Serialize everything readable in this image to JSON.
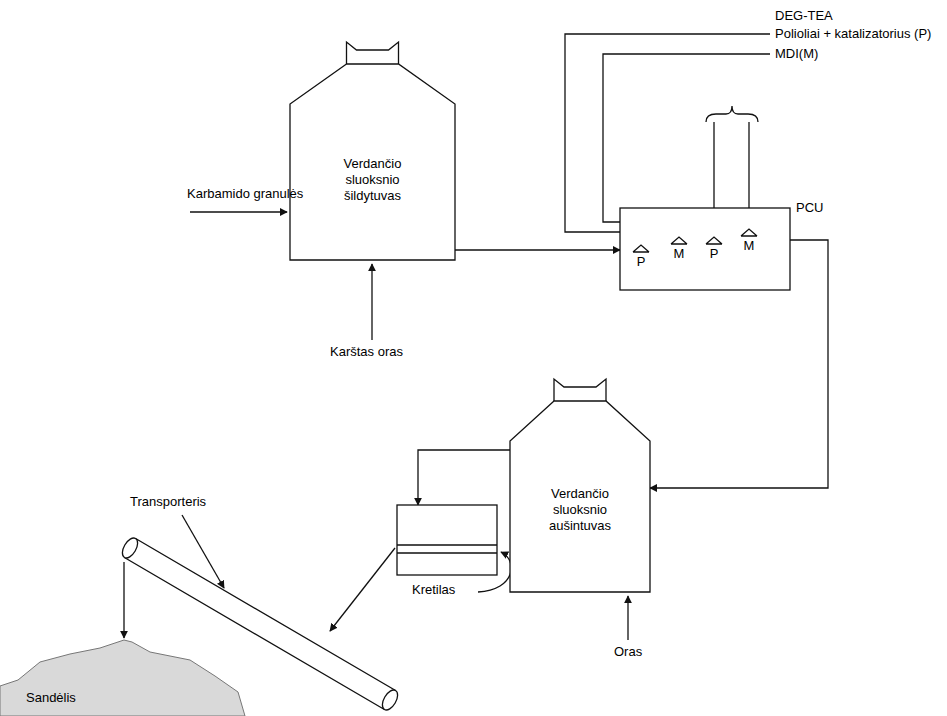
{
  "diagram": {
    "nodes": [
      {
        "text": [
          "Verdančio sluoksnio šildytuvas"
        ]
      },
      {
        "text": [
          "PCU"
        ]
      },
      {
        "text": [
          "P"
        ],
        "in": 1
      },
      {
        "text": [
          "M"
        ],
        "in": 1
      },
      {
        "text": [
          "P"
        ],
        "in": 1
      },
      {
        "text": [
          "M"
        ],
        "in": 1
      },
      {
        "text": [
          "Verdančio sluoksnio aušintuvas"
        ]
      },
      {
        "text": [
          "Kretilas"
        ]
      },
      {
        "text": [
          "Sandėlis"
        ]
      }
    ],
    "edges": [
      {
        "from": 0,
        "to": 1,
        "arrow": "to"
      },
      {
        "from": 1,
        "to": 6,
        "arrow": "to"
      },
      {
        "from": 6,
        "to": 7,
        "arrow": "to"
      }
    ],
    "labels": [
      "DEG-TEA",
      "Polioliai + katalizatorius (P)",
      "MDI(M)",
      "Karbamido granulės",
      "Karštas oras",
      "Transporteris",
      "Oras"
    ]
  }
}
